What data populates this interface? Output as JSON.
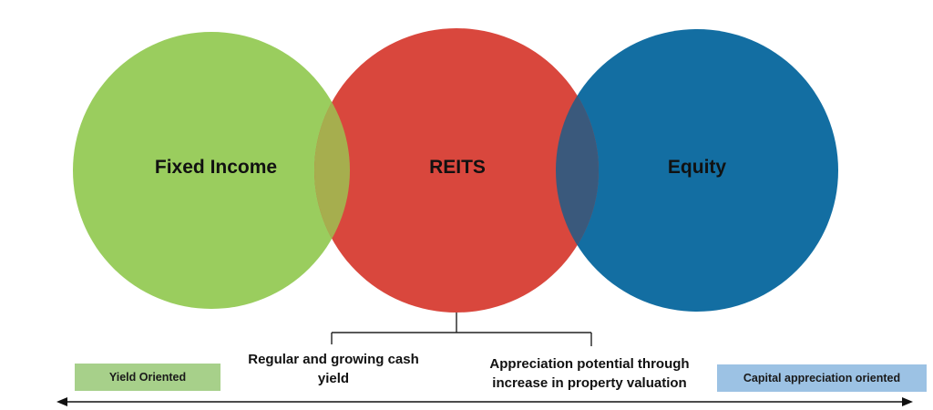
{
  "colors": {
    "green": "#9ACD5E",
    "red": "#D9473D",
    "blue": "#136EA2",
    "green_red_overlap": "#A6AE4E",
    "red_blue_overlap": "#3A597C",
    "tag_left_bg": "#A7D08A",
    "tag_right_bg": "#9CC2E4",
    "line": "#222222"
  },
  "circles": {
    "left": {
      "label": "Fixed Income"
    },
    "center": {
      "label": "REITS"
    },
    "right": {
      "label": "Equity"
    }
  },
  "reits_notes": {
    "left": "Regular and growing cash yield",
    "right": "Appreciation potential through increase in property valuation"
  },
  "spectrum": {
    "left_tag": "Yield Oriented",
    "right_tag": "Capital appreciation oriented"
  }
}
